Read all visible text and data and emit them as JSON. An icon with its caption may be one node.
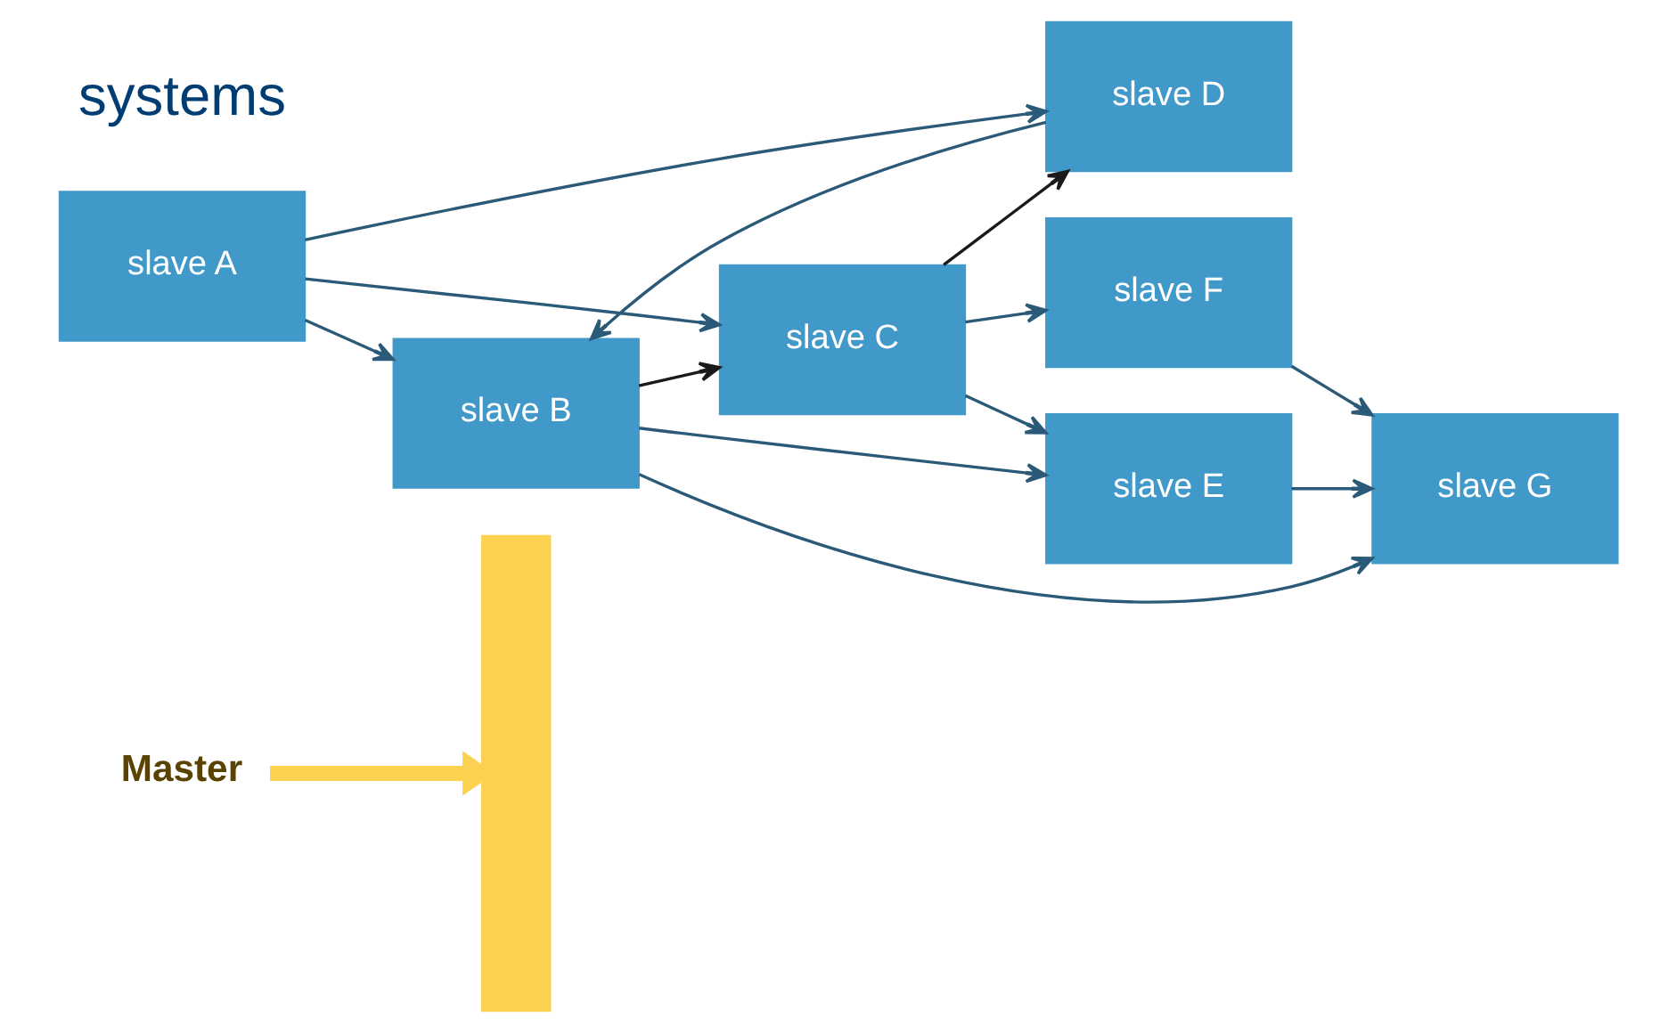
{
  "diagram": {
    "nodes": [
      {
        "text": [
          "Master"
        ]
      },
      {
        "text": [],
        "shape": "bar"
      },
      {
        "text": [
          "slave A"
        ]
      },
      {
        "text": [
          "slave B"
        ]
      },
      {
        "text": [
          "slave C"
        ]
      },
      {
        "text": [
          "slave D"
        ]
      },
      {
        "text": [
          "slave E"
        ]
      },
      {
        "text": [
          "slave F"
        ]
      },
      {
        "text": [
          "slave G"
        ]
      }
    ],
    "edges": [
      {
        "from": 0,
        "to": 1,
        "arrow": "to",
        "style": "thick",
        "color": "#fdd150"
      },
      {
        "from": 2,
        "to": 3,
        "arrow": "to"
      },
      {
        "from": 2,
        "to": 4,
        "arrow": "to"
      },
      {
        "from": 2,
        "to": 5,
        "arrow": "to"
      },
      {
        "from": 5,
        "to": 3,
        "arrow": "to"
      },
      {
        "from": 3,
        "to": 4,
        "arrow": "to",
        "color": "#1a1a1a"
      },
      {
        "from": 4,
        "to": 5,
        "arrow": "to",
        "color": "#1a1a1a"
      },
      {
        "from": 3,
        "to": 6,
        "arrow": "to"
      },
      {
        "from": 4,
        "to": 6,
        "arrow": "to"
      },
      {
        "from": 4,
        "to": 7,
        "arrow": "to"
      },
      {
        "from": 3,
        "to": 8,
        "arrow": "to"
      },
      {
        "from": 6,
        "to": 8,
        "arrow": "to"
      },
      {
        "from": 7,
        "to": 8,
        "arrow": "to"
      }
    ],
    "labels": [
      "systems"
    ]
  }
}
